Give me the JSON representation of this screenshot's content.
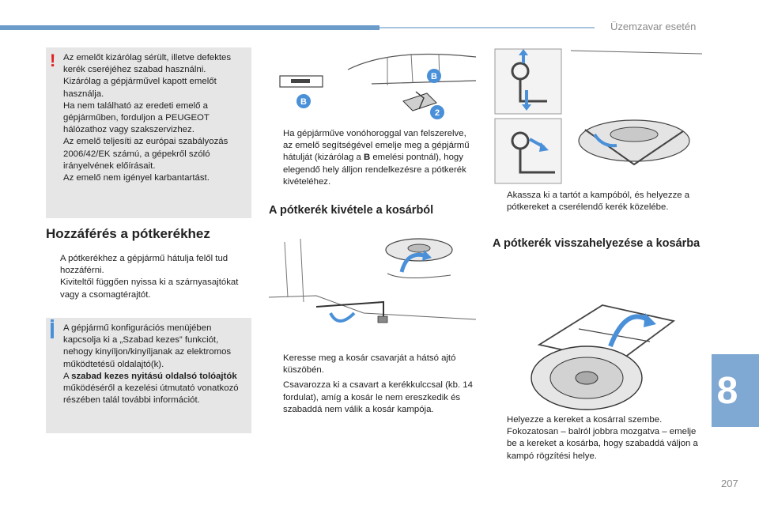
{
  "header": {
    "section_title": "Üzemzavar esetén",
    "chapter_number": "8",
    "page_number": "207"
  },
  "warning": {
    "text": "Az emelőt kizárólag sérült, illetve defektes kerék cseréjéhez szabad használni.\nKizárólag a gépjárművel kapott emelőt használja.\nHa nem található az eredeti emelő a gépjárműben, forduljon a PEUGEOT hálózathoz vagy szakszervizhez.\nAz emelő teljesíti az európai szabályozás 2006/42/EK számú, a gépekről szóló irányelvének előírásait.\nAz emelő nem igényel karbantartást."
  },
  "access": {
    "title": "Hozzáférés a pótkerékhez",
    "bullets": [
      "A pótkerékhez a gépjármű hátulja felől tud hozzáférni.",
      "Kiviteltől függően nyissa ki a szárnyasajtókat vagy a csomagtérajtót."
    ]
  },
  "info": {
    "text_before": "A gépjármű konfigurációs menüjében kapcsolja ki a „Szabad kezes” funkciót, nehogy kinyíljon/kinyíljanak az elektromos működtetésű oldalajtó(k).",
    "line_prefix": "A ",
    "bold": "szabad kezes nyitású oldalsó tolóajtók",
    "text_after": " működéséről a kezelési útmutató vonatkozó részében talál további információt."
  },
  "towbar": {
    "text_before": "Ha gépjárműve vonóhoroggal van felszerelve, az emelő segítségével emelje meg a gépjármű hátulját (kizárólag a ",
    "bold": "B",
    "text_after": " emelési pontnál), hogy elegendő hely álljon rendelkezésre a pótkerék kivételéhez."
  },
  "figure_labels": {
    "b1": "B",
    "b2": "B",
    "two": "2"
  },
  "remove": {
    "title": "A pótkerék kivétele a kosárból",
    "bullets": [
      "Keresse meg a kosár csavarját a hátsó ajtó küszöbén.",
      "Csavarozza ki a csavart a kerékkulccsal (kb. 14 fordulat), amíg a kosár le nem ereszkedik és szabaddá nem válik a kosár kampója."
    ]
  },
  "hook": {
    "bullets": [
      "Akassza ki a tartót a kampóból, és helyezze a pótkereket a cserélendő kerék közelébe."
    ]
  },
  "replace": {
    "title": "A pótkerék visszahelyezése a kosárba",
    "bullets": [
      "Helyezze a kereket a kosárral szembe.",
      "Fokozatosan – balról jobbra mozgatva – emelje be a kereket a kosárba, hogy szabaddá váljon a kampó rögzítési helye."
    ]
  },
  "bullet_glyph": "",
  "colors": {
    "accent_blue": "#4a90d9",
    "warning_red": "#e02020",
    "box_grey": "#e6e6e6",
    "tab_blue": "#7fa8d3"
  }
}
